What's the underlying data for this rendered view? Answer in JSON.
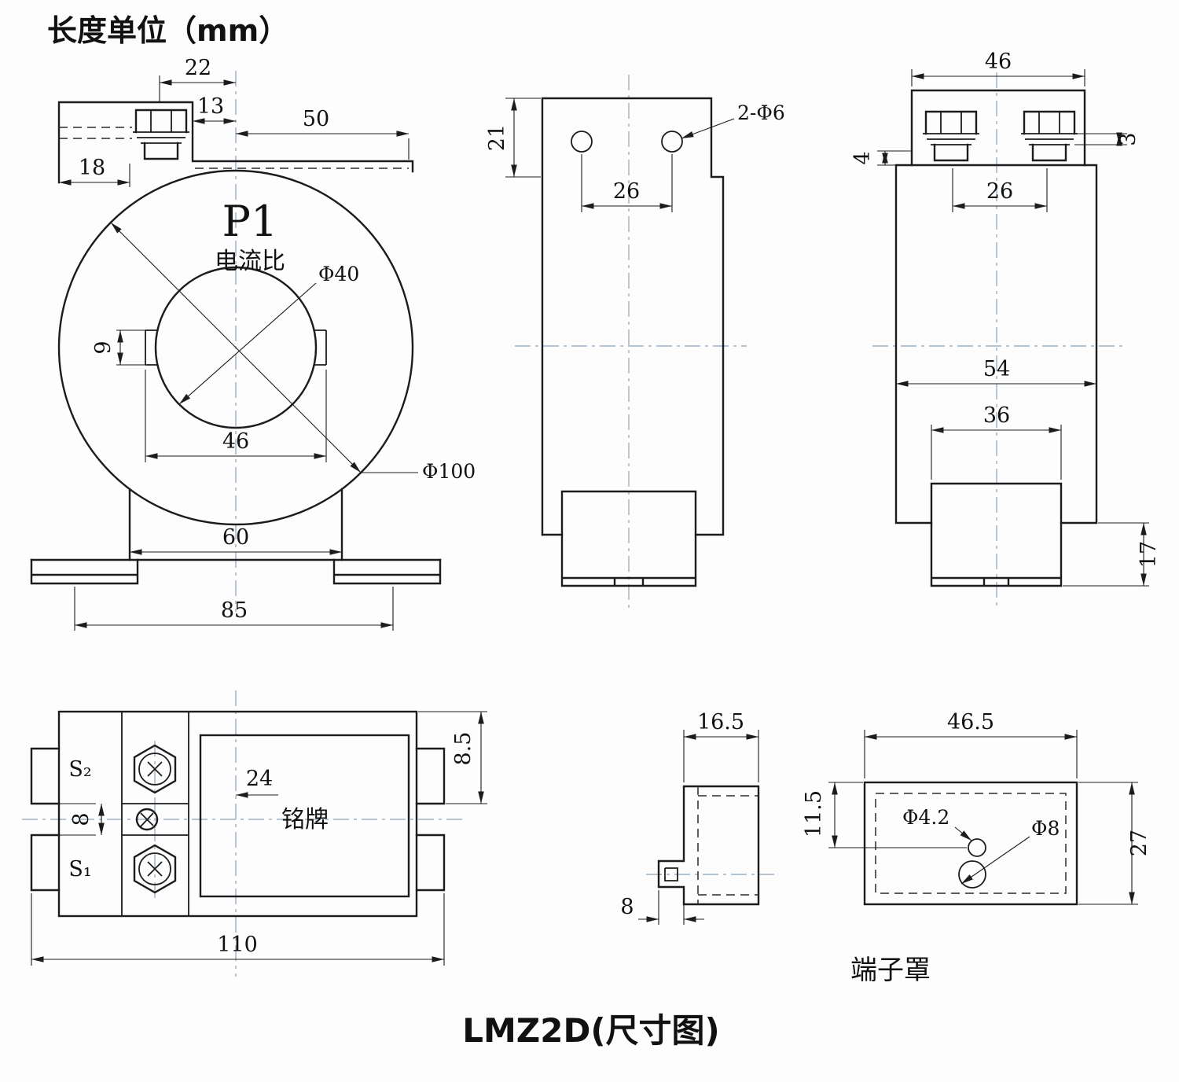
{
  "meta": {
    "unit_label": "长度单位（mm）",
    "title": "LMZ2D(尺寸图)",
    "cover_caption": "端子罩"
  },
  "front_view": {
    "label_p1": "P1",
    "label_ratio": "电流比",
    "dia_inner": "Φ40",
    "dia_outer": "Φ100",
    "dims": {
      "d22": "22",
      "d13": "13",
      "d50": "50",
      "d18": "18",
      "d9": "9",
      "d46": "46",
      "d60": "60",
      "d85": "85"
    }
  },
  "side_view": {
    "hole_note": "2-Φ6",
    "dims": {
      "d21": "21",
      "d26": "26"
    }
  },
  "rear_view": {
    "dims": {
      "d46": "46",
      "d4": "4",
      "d3": "3",
      "d26": "26",
      "d54": "54",
      "d36": "36",
      "d17": "17"
    }
  },
  "top_view": {
    "terminal_s2": "S₂",
    "terminal_s1": "S₁",
    "nameplate": "铭牌",
    "dims": {
      "d8_5": "8.5",
      "d24": "24",
      "d8": "8",
      "d110": "110"
    }
  },
  "cover_side_view": {
    "dims": {
      "d16_5": "16.5",
      "d8": "8"
    }
  },
  "cover_front_view": {
    "dia_small": "Φ4.2",
    "dia_large": "Φ8",
    "dims": {
      "d46_5": "46.5",
      "d11_5": "11.5",
      "d27": "27"
    }
  }
}
